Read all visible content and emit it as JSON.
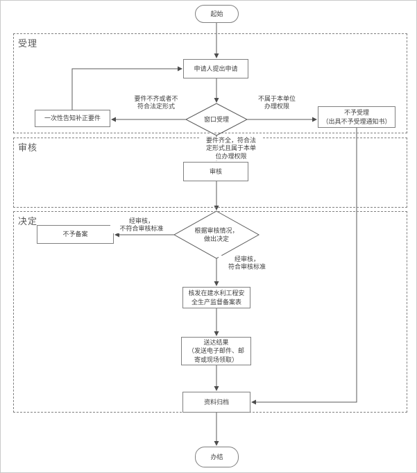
{
  "diagram": {
    "type": "flowchart",
    "language": "zh-CN",
    "sections": {
      "acceptance": {
        "label": "受理"
      },
      "review": {
        "label": "审核"
      },
      "decision": {
        "label": "决定"
      }
    },
    "nodes": {
      "start": {
        "label": "起始",
        "shape": "oval"
      },
      "apply": {
        "label": "申请人提出申请",
        "shape": "rect"
      },
      "window_accept": {
        "label": "窗口受理",
        "shape": "diamond"
      },
      "notify_correction": {
        "label": "一次性告知补正要件",
        "shape": "rect"
      },
      "reject": {
        "line1": "不予受理",
        "line2": "（出具不予受理通知书）",
        "shape": "rect"
      },
      "review": {
        "label": "审核",
        "shape": "rect"
      },
      "decision": {
        "line1": "根据审核情况，",
        "line2": "做出决定",
        "shape": "diamond"
      },
      "no_filing": {
        "label": "不予备案",
        "shape": "rect"
      },
      "issue_form": {
        "line1": "核发在建水利工程安",
        "line2": "全生产监督备案表",
        "shape": "rect"
      },
      "deliver": {
        "line1": "送达结果",
        "line2": "（发送电子邮件、邮",
        "line3": "寄或现场领取）",
        "shape": "rect"
      },
      "archive": {
        "label": "资料归档",
        "shape": "rect"
      },
      "end": {
        "label": "办结",
        "shape": "oval"
      }
    },
    "edge_labels": {
      "incomplete": {
        "line1": "要件不齐或者不",
        "line2": "符合法定形式"
      },
      "not_authority": {
        "line1": "不属于本单位",
        "line2": "办理权限"
      },
      "complete": {
        "line1": "要件齐全，符合法",
        "line2": "定形式且属于本单",
        "line3": "位办理权限"
      },
      "fail_review": {
        "line1": "经审核，",
        "line2": "不符合审核标准"
      },
      "pass_review": {
        "line1": "经审核，",
        "line2": "符合审核标准"
      }
    },
    "colors": {
      "background": "#ffffff",
      "node_border": "#7f7f7f",
      "section_border": "#7f7f7f",
      "line": "#595959",
      "arrowhead": "#4d4d4d",
      "text": "#404040"
    }
  }
}
